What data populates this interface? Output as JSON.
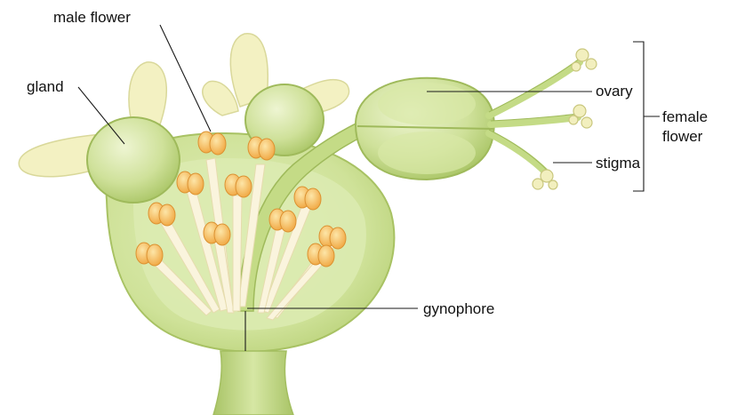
{
  "labels": {
    "male_flower": "male flower",
    "gland": "gland",
    "ovary": "ovary",
    "female_flower_line1": "female",
    "female_flower_line2": "flower",
    "stigma": "stigma",
    "gynophore": "gynophore"
  },
  "colors": {
    "cup_outer": "#c6dc8c",
    "cup_inner": "#dbe9b0",
    "gland": "#cfe19a",
    "gland_highlight": "#e9f2c8",
    "petal": "#f4f2c6",
    "stamen_filament": "#f8f2d8",
    "anther": "#f4b55a",
    "anther_light": "#fcd98a",
    "stalk": "#b9d27a",
    "leader": "#1a1a1a"
  }
}
